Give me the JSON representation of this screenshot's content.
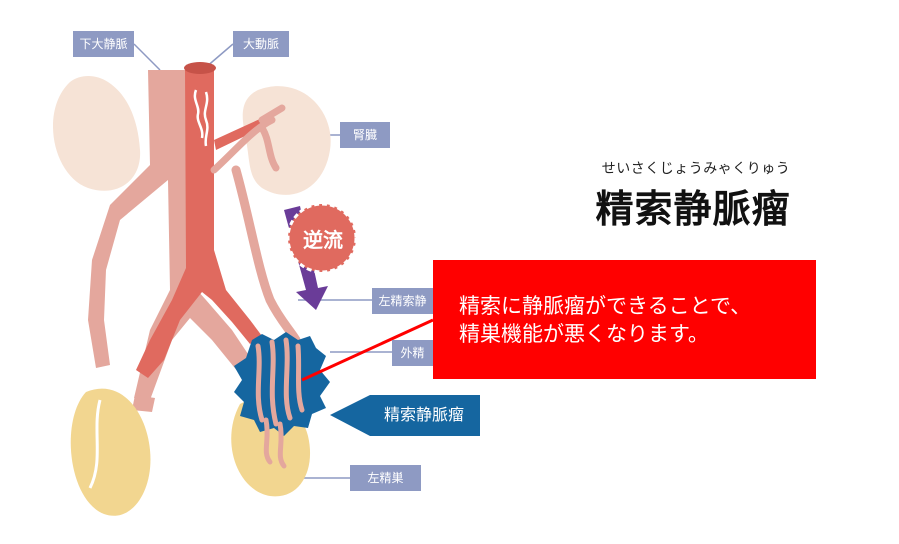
{
  "labels": {
    "ivc": "下大静脈",
    "aorta": "大動脈",
    "kidney": "腎臓",
    "left_spermatic_vein": "左精索静",
    "external_spermatic": "外精",
    "left_testis": "左精巣"
  },
  "reverse_flow": "逆流",
  "varicocele_tag": "精索静脈瘤",
  "title": {
    "ruby": "せいさくじょうみゃくりゅう",
    "text": "精索静脈瘤"
  },
  "callout": {
    "line1": "精索に静脈瘤ができることで、",
    "line2": "精巣機能が悪くなります。"
  },
  "colors": {
    "label_bg": "#8e9ac3",
    "callout_bg": "#ff0000",
    "tag_bg": "#1566a0",
    "vein": "#e4a79d",
    "artery": "#e06a5f",
    "testis": "#f2d690",
    "kidney": "#f6e3d6",
    "flow_arrow": "#6a3c98"
  }
}
